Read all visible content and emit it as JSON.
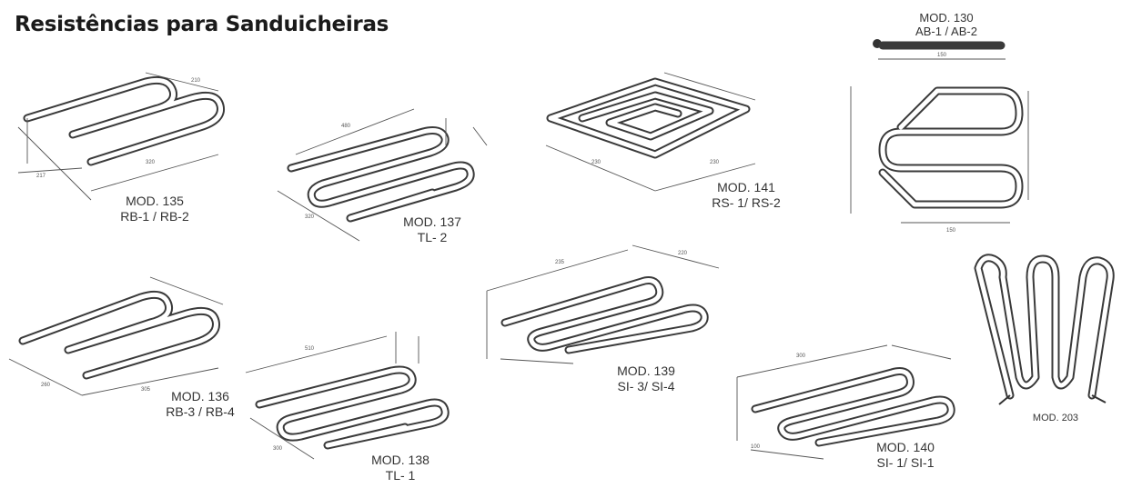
{
  "page": {
    "title": "Resistências para Sanduicheiras"
  },
  "models": [
    {
      "id": "135",
      "line1": "MOD. 135",
      "line2": "RB-1 / RB-2"
    },
    {
      "id": "137",
      "line1": "MOD. 137",
      "line2": "TL- 2"
    },
    {
      "id": "141",
      "line1": "MOD. 141",
      "line2": "RS- 1/ RS-2"
    },
    {
      "id": "130",
      "line1": "MOD. 130",
      "line2": "AB-1 / AB-2"
    },
    {
      "id": "136",
      "line1": "MOD. 136",
      "line2": "RB-3 / RB-4"
    },
    {
      "id": "138",
      "line1": "MOD. 138",
      "line2": "TL- 1"
    },
    {
      "id": "139",
      "line1": "MOD. 139",
      "line2": "SI- 3/ SI-4"
    },
    {
      "id": "140",
      "line1": "MOD. 140",
      "line2": "SI- 1/ SI-1"
    },
    {
      "id": "203",
      "line1": "MOD. 203",
      "line2": ""
    }
  ]
}
